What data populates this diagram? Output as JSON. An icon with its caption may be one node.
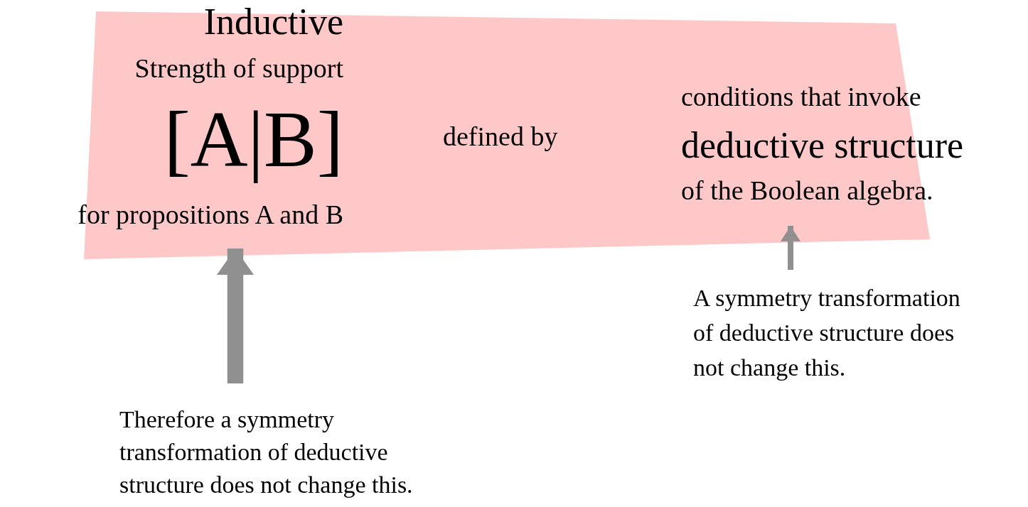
{
  "diagram": {
    "nodes": [
      {
        "text": [
          "Inductive",
          "Strength of support",
          "[A|B]",
          "for propositions A and B",
          "defined by",
          "conditions that invoke",
          "deductive structure",
          "of the Boolean algebra."
        ]
      },
      {
        "text": [
          "Therefore a symmetry transformation of deductive structure does not change this."
        ]
      },
      {
        "text": [
          "A symmetry transformation of deductive structure does not change this."
        ]
      }
    ],
    "edges": [
      {
        "from": 1,
        "to": 0,
        "arrow": "to",
        "style": "thick"
      },
      {
        "from": 2,
        "to": 0,
        "arrow": "to"
      }
    ]
  }
}
